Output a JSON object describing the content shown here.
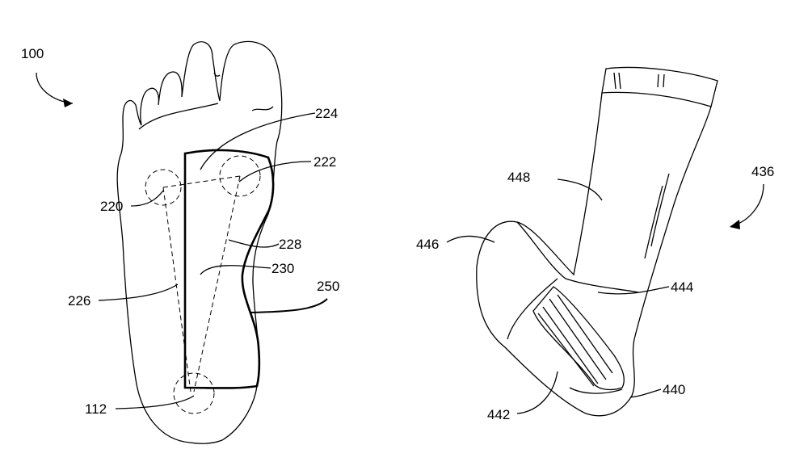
{
  "figure": {
    "foot_labels": {
      "ref_100": "100",
      "ref_224": "224",
      "ref_222": "222",
      "ref_220": "220",
      "ref_228": "228",
      "ref_230": "230",
      "ref_226": "226",
      "ref_250": "250",
      "ref_112": "112"
    },
    "sock_labels": {
      "ref_436": "436",
      "ref_448": "448",
      "ref_446": "446",
      "ref_444": "444",
      "ref_442": "442",
      "ref_440": "440"
    }
  }
}
